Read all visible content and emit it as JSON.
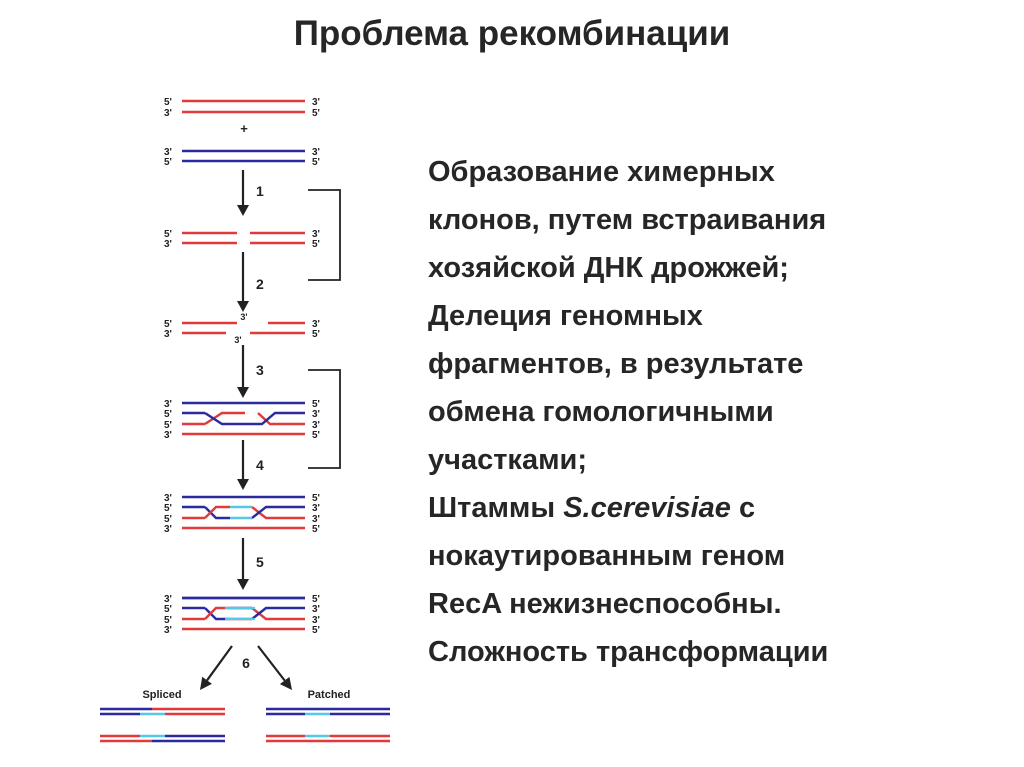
{
  "slide": {
    "title": "Проблема рекомбинации",
    "body_lines": [
      "Образование химерных",
      "клонов, путем встраивания",
      "хозяйской ДНК дрожжей;",
      "Делеция геномных",
      "фрагментов, в результате",
      "обмена гомологичными",
      "участками;"
    ],
    "strain_line": {
      "before": "Штаммы ",
      "species": "S.cerevisiae",
      "after": " с"
    },
    "body_lines_end": [
      "нокаутированным геном",
      "RecA нежизнеспособны.",
      "Сложность трансформации"
    ]
  },
  "diagram": {
    "plus": "+",
    "end_5": "5'",
    "end_3": "3'",
    "steps": [
      "1",
      "2",
      "3",
      "4",
      "5",
      "6"
    ],
    "outcomes": {
      "left": "Spliced",
      "right": "Patched"
    },
    "colors": {
      "red": "#e03a3a",
      "blue": "#2b2b9e",
      "cyan": "#55c8e8",
      "arrow": "#222222",
      "label": "#222222"
    }
  }
}
